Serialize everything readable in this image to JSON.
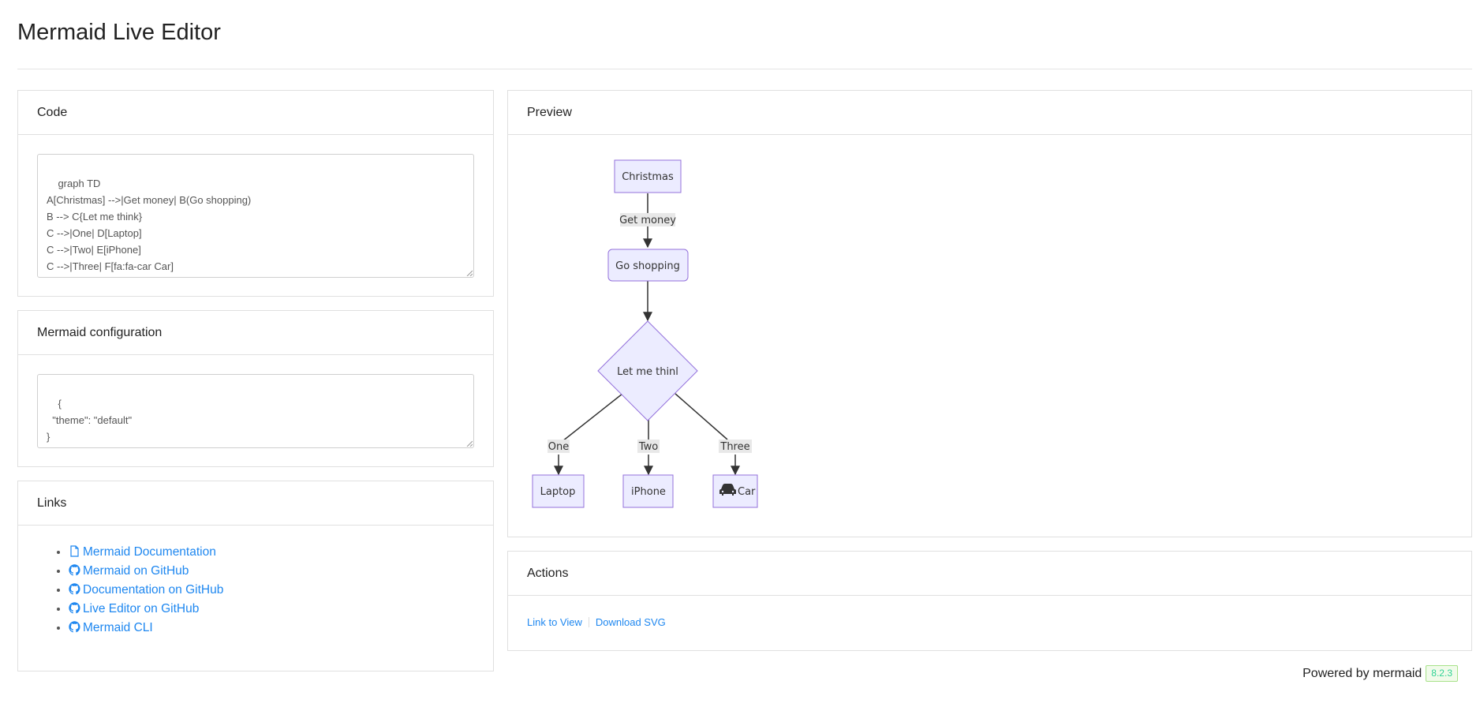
{
  "header": {
    "title": "Mermaid Live Editor"
  },
  "code_card": {
    "title": "Code",
    "text": "graph TD\nA[Christmas] -->|Get money| B(Go shopping)\nB --> C{Let me think}\nC -->|One| D[Laptop]\nC -->|Two| E[iPhone]\nC -->|Three| F[fa:fa-car Car]"
  },
  "config_card": {
    "title": "Mermaid configuration",
    "text": "{\n  \"theme\": \"default\"\n}"
  },
  "links_card": {
    "title": "Links",
    "items": [
      {
        "label": "Mermaid Documentation",
        "icon": "document-icon"
      },
      {
        "label": "Mermaid on GitHub",
        "icon": "github-icon"
      },
      {
        "label": "Documentation on GitHub",
        "icon": "github-icon"
      },
      {
        "label": "Live Editor on GitHub",
        "icon": "github-icon"
      },
      {
        "label": "Mermaid CLI",
        "icon": "github-icon"
      }
    ]
  },
  "preview_card": {
    "title": "Preview",
    "diagram": {
      "nodes": {
        "A": "Christmas",
        "B": "Go shopping",
        "C": "Let me thinl",
        "D": "Laptop",
        "E": "iPhone",
        "F": "Car"
      },
      "edges": {
        "AB": "Get money",
        "CD": "One",
        "CE": "Two",
        "CF": "Three"
      }
    }
  },
  "actions_card": {
    "title": "Actions",
    "link_to_view": "Link to View",
    "download_svg": "Download SVG"
  },
  "footer": {
    "powered_by": "Powered by mermaid",
    "version": "8.2.3"
  },
  "colors": {
    "link": "#1e87f0",
    "node_fill": "#ECECFF",
    "node_stroke": "#9370DB",
    "edge_label_bg": "#e8e8e8"
  }
}
